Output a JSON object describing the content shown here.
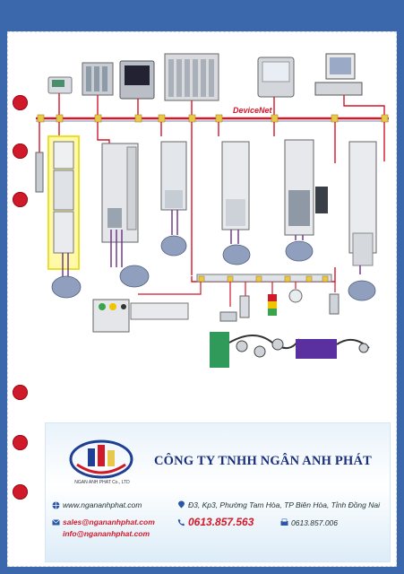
{
  "diagram": {
    "network_label": "DeviceNet"
  },
  "company": {
    "name": "CÔNG TY TNHH NGÂN ANH PHÁT",
    "logo_caption": "NGAN ANH PHAT Co., LTD"
  },
  "contact": {
    "website": "www.ngananhphat.com",
    "address": "Đ3, Kp3, Phường Tam Hòa, TP Biên Hòa, Tỉnh Đồng Nai",
    "email_sales": "sales@ngananhphat.com",
    "email_info": "info@ngananhphat.com",
    "phone": "0613.857.563",
    "fax": "0613.857.006"
  },
  "colors": {
    "background": "#3b67ad",
    "bullet": "#d01a2a",
    "bus": "#e8c84a",
    "wire": "#d4162b",
    "company_text": "#1a2f7a"
  }
}
